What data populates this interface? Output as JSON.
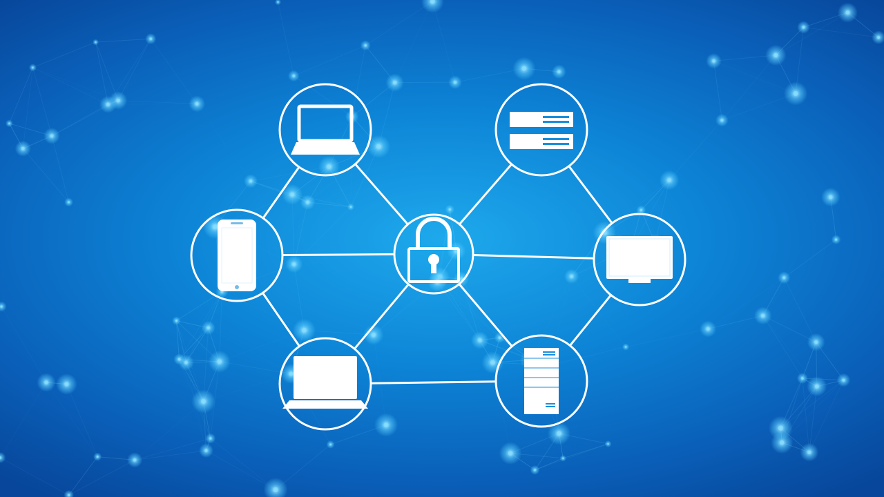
{
  "diagram": {
    "nodes": [
      {
        "id": "lock",
        "icon": "padlock-icon"
      },
      {
        "id": "laptop-top",
        "icon": "laptop-icon"
      },
      {
        "id": "server-rack",
        "icon": "rack-server-icon"
      },
      {
        "id": "smartphone",
        "icon": "smartphone-icon"
      },
      {
        "id": "monitor",
        "icon": "monitor-icon"
      },
      {
        "id": "laptop-bottom",
        "icon": "laptop-icon"
      },
      {
        "id": "tower-server",
        "icon": "tower-server-icon"
      }
    ],
    "edges": [
      [
        "lock",
        "laptop-top"
      ],
      [
        "lock",
        "server-rack"
      ],
      [
        "lock",
        "smartphone"
      ],
      [
        "lock",
        "monitor"
      ],
      [
        "lock",
        "laptop-bottom"
      ],
      [
        "lock",
        "tower-server"
      ],
      [
        "laptop-top",
        "smartphone"
      ],
      [
        "server-rack",
        "monitor"
      ],
      [
        "smartphone",
        "laptop-bottom"
      ],
      [
        "monitor",
        "tower-server"
      ],
      [
        "laptop-bottom",
        "tower-server"
      ]
    ]
  },
  "colors": {
    "background_center": "#1ea9ec",
    "background_edge": "#07469a",
    "line": "#ffffff",
    "glow_dot": "#7fdcff"
  }
}
